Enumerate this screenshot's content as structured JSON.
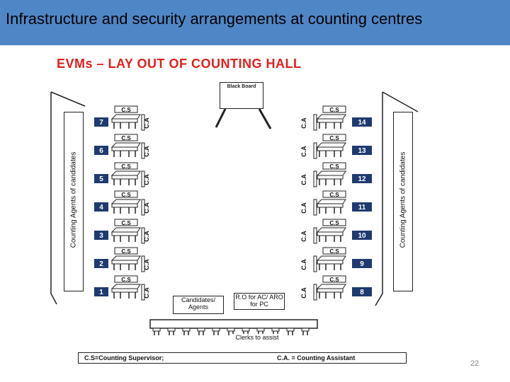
{
  "header": {
    "title": "Infrastructure and security arrangements at counting centres"
  },
  "diagram": {
    "title": "EVMs  – LAY OUT OF COUNTING HALL",
    "blackboard": "Black Board",
    "left_panel_label": "Counting Agents of candidates",
    "right_panel_label": "Counting Agents of candidates",
    "supervisor_label": "C.S",
    "assistant_label": "C.A",
    "left_table_numbers": [
      "7",
      "6",
      "5",
      "4",
      "3",
      "2",
      "1"
    ],
    "right_table_numbers": [
      "14",
      "13",
      "12",
      "11",
      "10",
      "9",
      "8"
    ],
    "candidates_box": "Candidates/ Agents",
    "ro_box": "R.O for AC/ ARO for PC",
    "clerks_label": "Clerks to assist",
    "legend_cs": "C.S=Counting Supervisor;",
    "legend_ca": "C.A. = Counting Assistant",
    "colors": {
      "number_box": "#1f3a6e",
      "title": "#e0201c",
      "header": "#4f86c6"
    }
  },
  "slide_number": "22"
}
